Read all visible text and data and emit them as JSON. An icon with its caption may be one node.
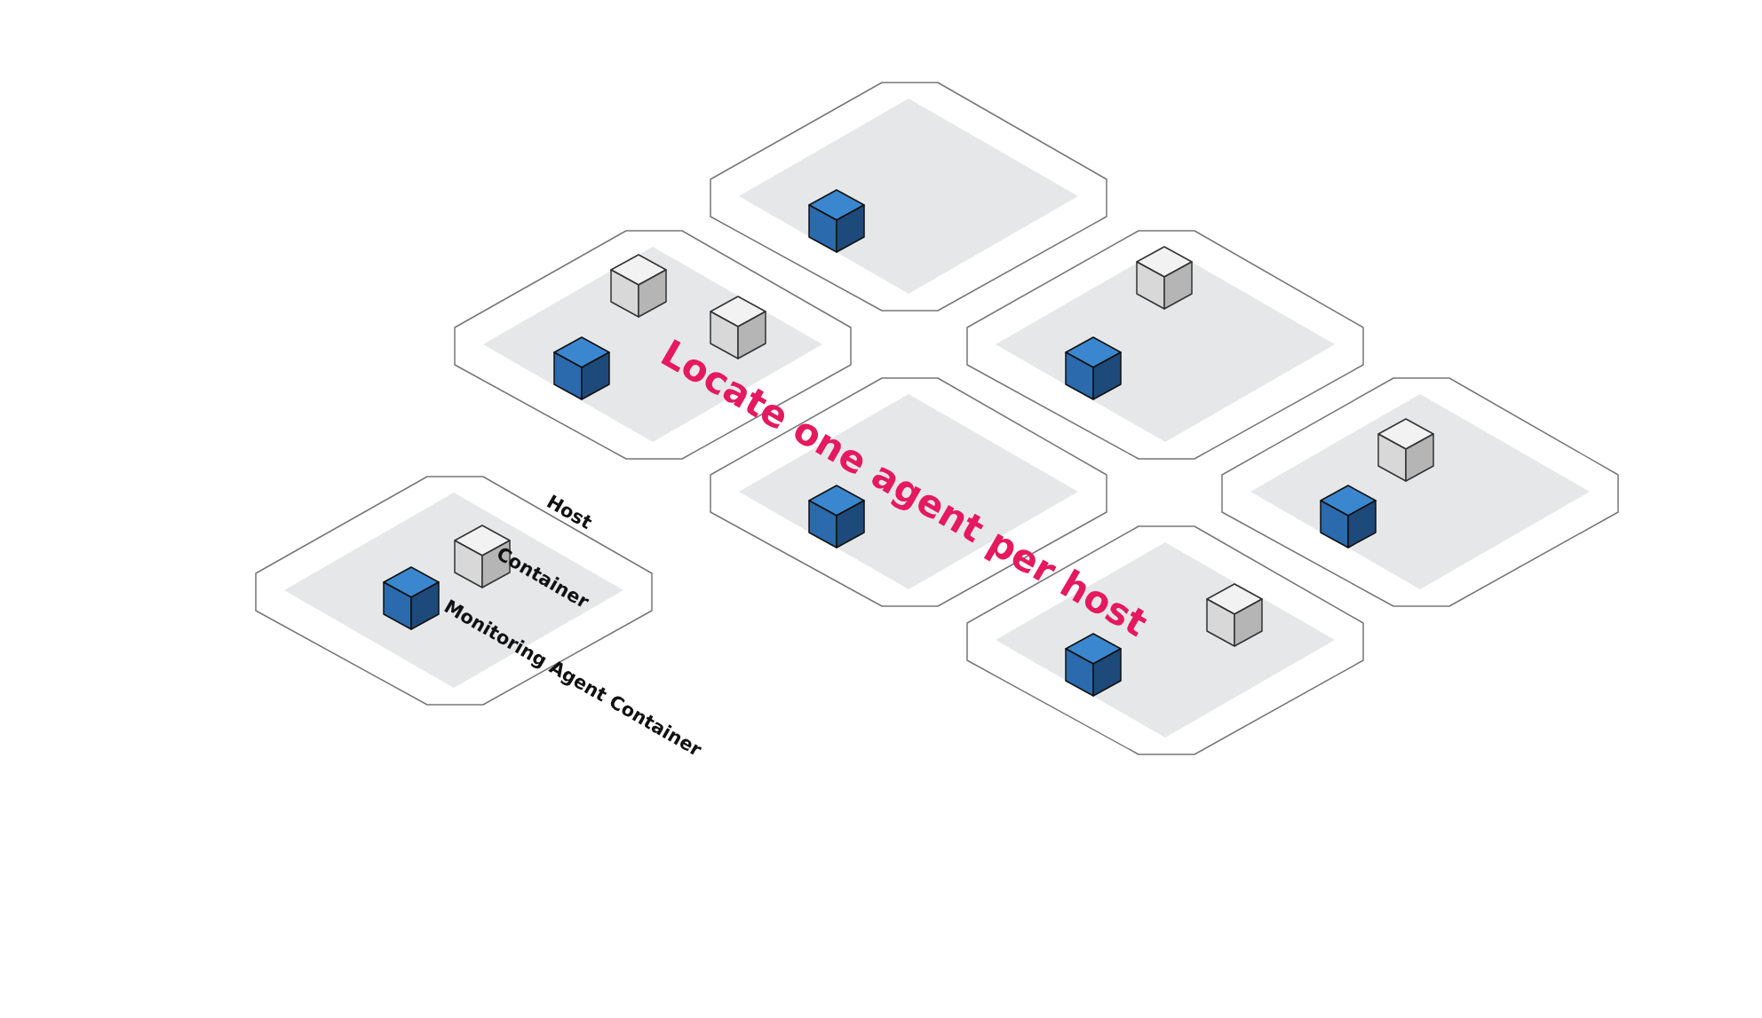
{
  "diagram": {
    "nodes": [
      {
        "text": [],
        "shape": "hexagon"
      },
      {
        "text": [],
        "shape": "cube",
        "in": 0
      },
      {
        "text": [],
        "shape": "hexagon"
      },
      {
        "text": [],
        "shape": "cube",
        "in": 2
      },
      {
        "text": [],
        "shape": "cube",
        "in": 2
      },
      {
        "text": [],
        "shape": "cube",
        "in": 2
      },
      {
        "text": [],
        "shape": "hexagon"
      },
      {
        "text": [],
        "shape": "cube",
        "in": 6
      },
      {
        "text": [],
        "shape": "cube",
        "in": 6
      },
      {
        "text": [],
        "shape": "hexagon"
      },
      {
        "text": [],
        "shape": "cube",
        "in": 9
      },
      {
        "text": [],
        "shape": "hexagon"
      },
      {
        "text": [],
        "shape": "cube",
        "in": 11
      },
      {
        "text": [],
        "shape": "cube",
        "in": 11
      },
      {
        "text": [],
        "shape": "hexagon",
        "beside": [
          "Host"
        ]
      },
      {
        "text": [],
        "shape": "cube",
        "in": 14,
        "beside": [
          "Container"
        ]
      },
      {
        "text": [],
        "shape": "cube",
        "in": 14,
        "beside": [
          "Monitoring Agent Container"
        ]
      },
      {
        "text": [],
        "shape": "hexagon"
      },
      {
        "text": [],
        "shape": "cube",
        "in": 17
      },
      {
        "text": [],
        "shape": "cube",
        "in": 17
      }
    ],
    "labels": [
      "Locate one agent per host"
    ]
  }
}
